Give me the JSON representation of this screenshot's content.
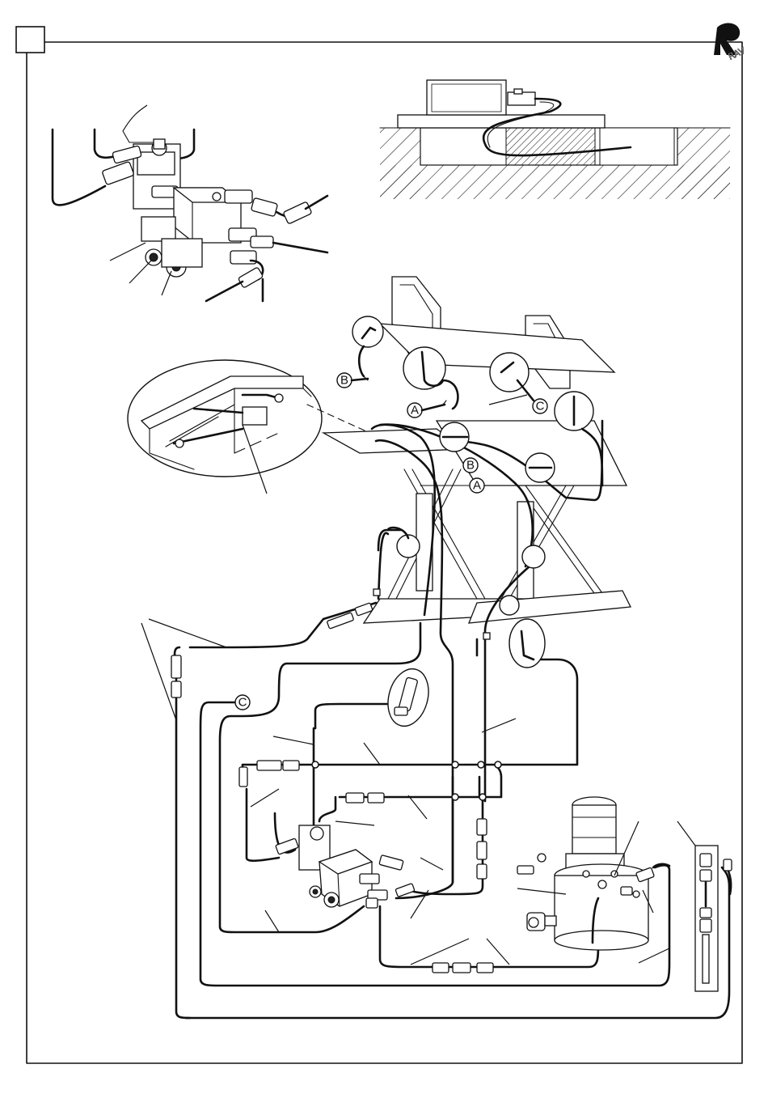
{
  "page": {
    "section_box_label": ""
  },
  "logo": {
    "icon": "brand-logo-icon"
  },
  "callouts": [
    {
      "id": "callout-b-upper",
      "label": "B"
    },
    {
      "id": "callout-a-upper",
      "label": "A"
    },
    {
      "id": "callout-c-upper",
      "label": "C"
    },
    {
      "id": "callout-b-lower",
      "label": "B"
    },
    {
      "id": "callout-a-lower",
      "label": "A"
    },
    {
      "id": "callout-c-lower",
      "label": "C"
    }
  ],
  "colors": {
    "ink": "#111111",
    "paper": "#ffffff"
  }
}
